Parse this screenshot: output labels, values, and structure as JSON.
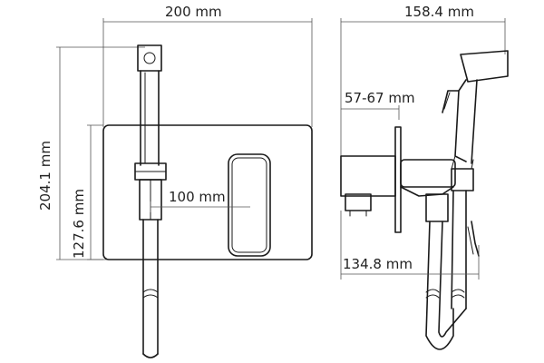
{
  "drawing": {
    "dimensions": {
      "front_width": "200 mm",
      "front_height": "204.1 mm",
      "plate_height": "127.6 mm",
      "lever_offset": "100 mm",
      "side_total_width": "158.4 mm",
      "side_wall_depth": "57-67 mm",
      "side_body_width": "134.8 mm"
    }
  }
}
